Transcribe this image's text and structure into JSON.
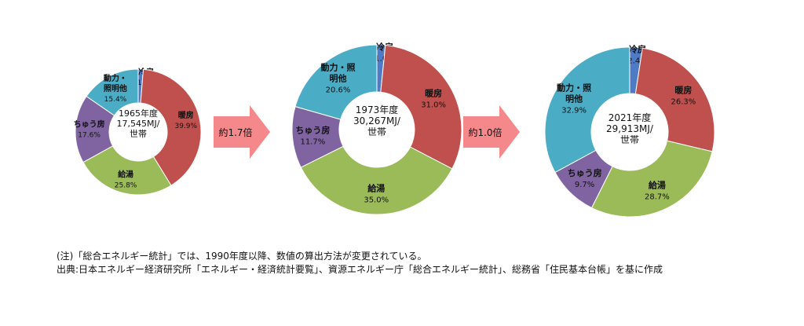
{
  "colors": {
    "cooling": "#4f7bc6",
    "heating": "#c0504d",
    "hot_water": "#9bbb59",
    "kitchen": "#8064a2",
    "power_lighting": "#4bacc6",
    "arrow": "#f4888a"
  },
  "chart_data": [
    {
      "type": "pie",
      "center_label": [
        "1965年度",
        "17,545MJ/",
        "世帯"
      ],
      "slices": [
        {
          "key": "cooling",
          "label": "冷房",
          "pct_label": "1.3%",
          "value": 1.3
        },
        {
          "key": "heating",
          "label": "暖房",
          "pct_label": "39.9%",
          "value": 39.9
        },
        {
          "key": "hot_water",
          "label": "給湯",
          "pct_label": "25.8%",
          "value": 25.8
        },
        {
          "key": "kitchen",
          "label": "ちゅう房",
          "pct_label": "17.6%",
          "value": 17.6
        },
        {
          "key": "power_lighting",
          "label": "動力・\n照明他",
          "pct_label": "15.4%",
          "value": 15.4
        }
      ]
    },
    {
      "type": "pie",
      "center_label": [
        "1973年度",
        "30,267MJ/",
        "世帯"
      ],
      "slices": [
        {
          "key": "cooling",
          "label": "冷房",
          "pct_label": "1.6%",
          "value": 1.6
        },
        {
          "key": "heating",
          "label": "暖房",
          "pct_label": "31.0%",
          "value": 31.0
        },
        {
          "key": "hot_water",
          "label": "給湯",
          "pct_label": "35.0%",
          "value": 35.0
        },
        {
          "key": "kitchen",
          "label": "ちゅう房",
          "pct_label": "11.7%",
          "value": 11.7
        },
        {
          "key": "power_lighting",
          "label": "動力・照\n明他",
          "pct_label": "20.6%",
          "value": 20.6
        }
      ]
    },
    {
      "type": "pie",
      "center_label": [
        "2021年度",
        "29,913MJ/",
        "世帯"
      ],
      "slices": [
        {
          "key": "cooling",
          "label": "冷房",
          "pct_label": "2.4%",
          "value": 2.4
        },
        {
          "key": "heating",
          "label": "暖房",
          "pct_label": "26.3%",
          "value": 26.3
        },
        {
          "key": "hot_water",
          "label": "給湯",
          "pct_label": "28.7%",
          "value": 28.7
        },
        {
          "key": "kitchen",
          "label": "ちゅう房",
          "pct_label": "9.7%",
          "value": 9.7
        },
        {
          "key": "power_lighting",
          "label": "動力・照\n明他",
          "pct_label": "32.9%",
          "value": 32.9
        }
      ]
    }
  ],
  "arrows": [
    {
      "label": "約1.7倍"
    },
    {
      "label": "約1.0倍"
    }
  ],
  "notes": {
    "note": "(注)「総合エネルギー統計」では、1990年度以降、数値の算出方法が変更されている。",
    "source": "出典:日本エネルギー経済研究所「エネルギー・経済統計要覧」、資源エネルギー庁「総合エネルギー統計」、総務省「住民基本台帳」を基に作成"
  }
}
